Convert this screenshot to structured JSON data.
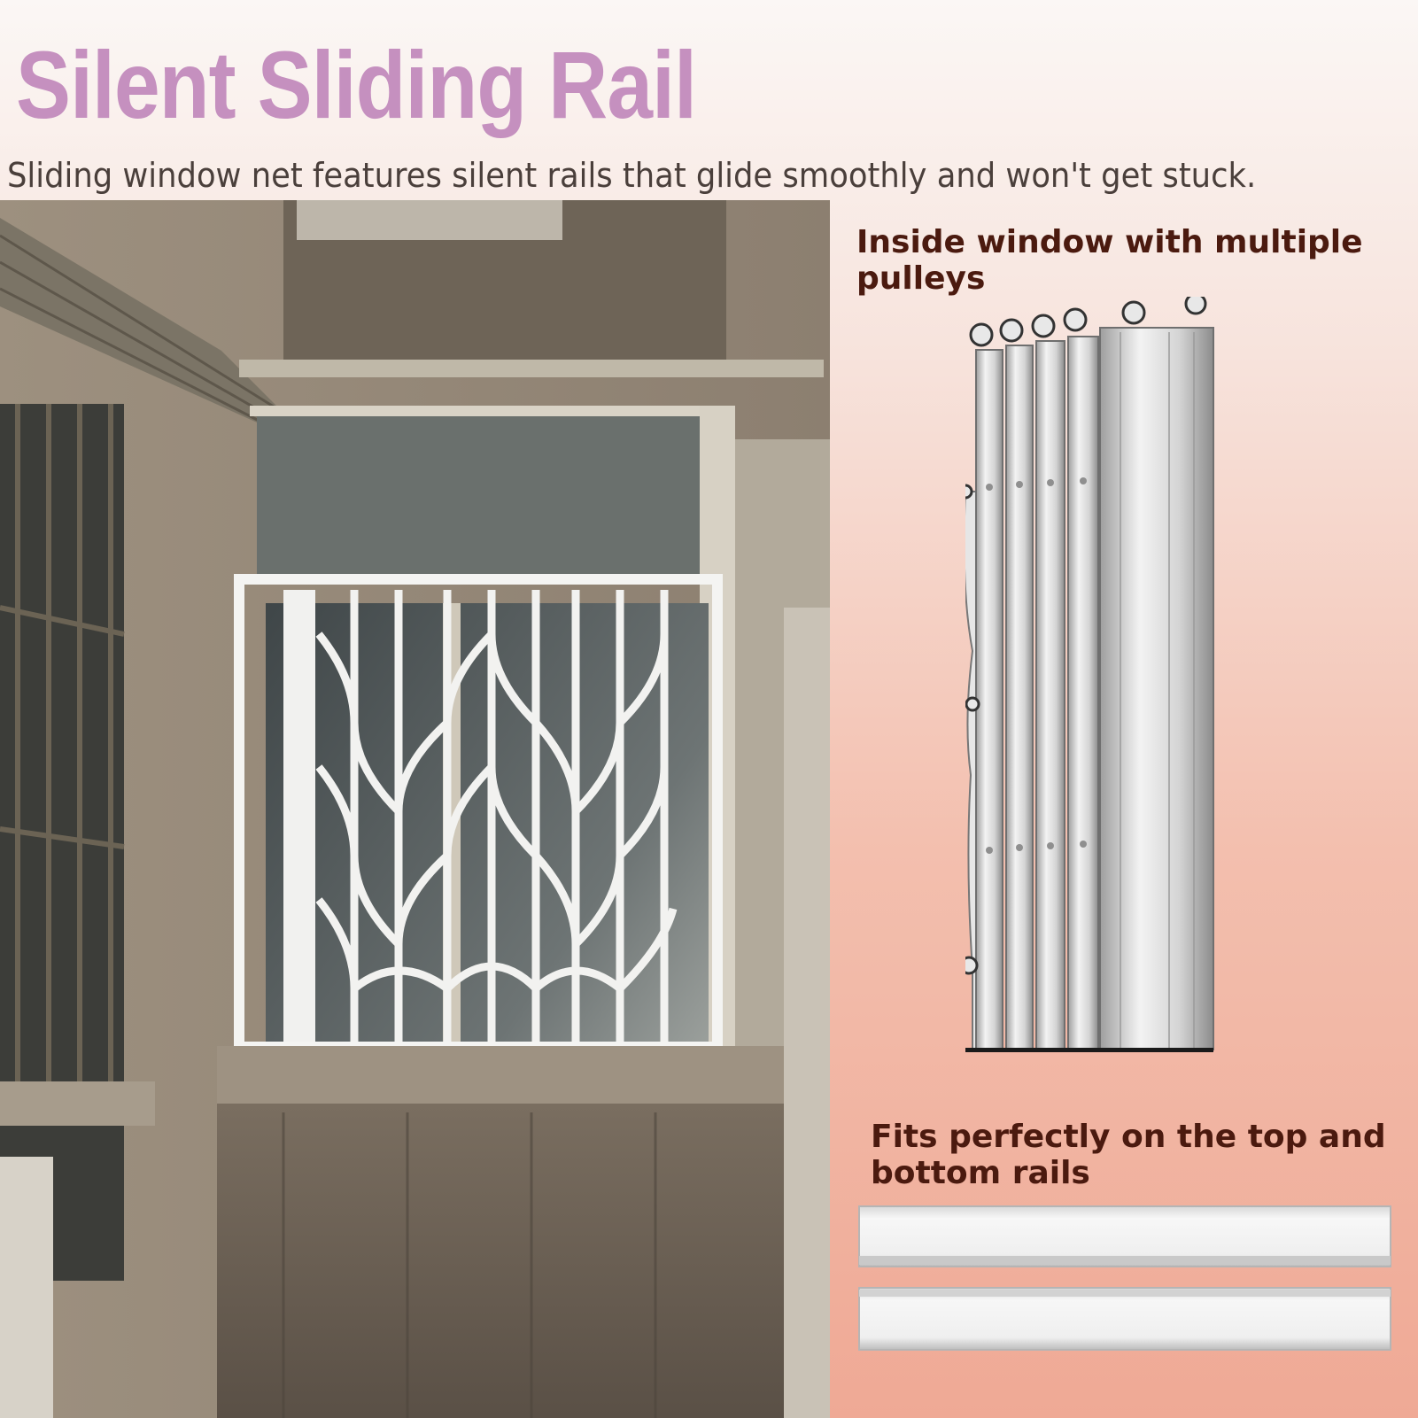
{
  "header": {
    "title": "Silent Sliding Rail",
    "subtitle": "Sliding window net features silent rails that glide smoothly and won't get stuck."
  },
  "features": [
    {
      "caption": "Inside window with multiple pulleys"
    },
    {
      "caption": "Fits perfectly on the top and bottom rails"
    }
  ],
  "colors": {
    "title": "#c590bf",
    "subtitle": "#4a3f3b",
    "caption": "#4b1a0f",
    "background_top": "#fbf7f5",
    "background_bottom": "#efa995"
  },
  "images": {
    "main_photo": "building-window-with-white-sliding-security-grille",
    "rail_detail": "aluminum-sliding-rail-with-pulleys",
    "rail_bars": "top-and-bottom-rail-strips"
  }
}
